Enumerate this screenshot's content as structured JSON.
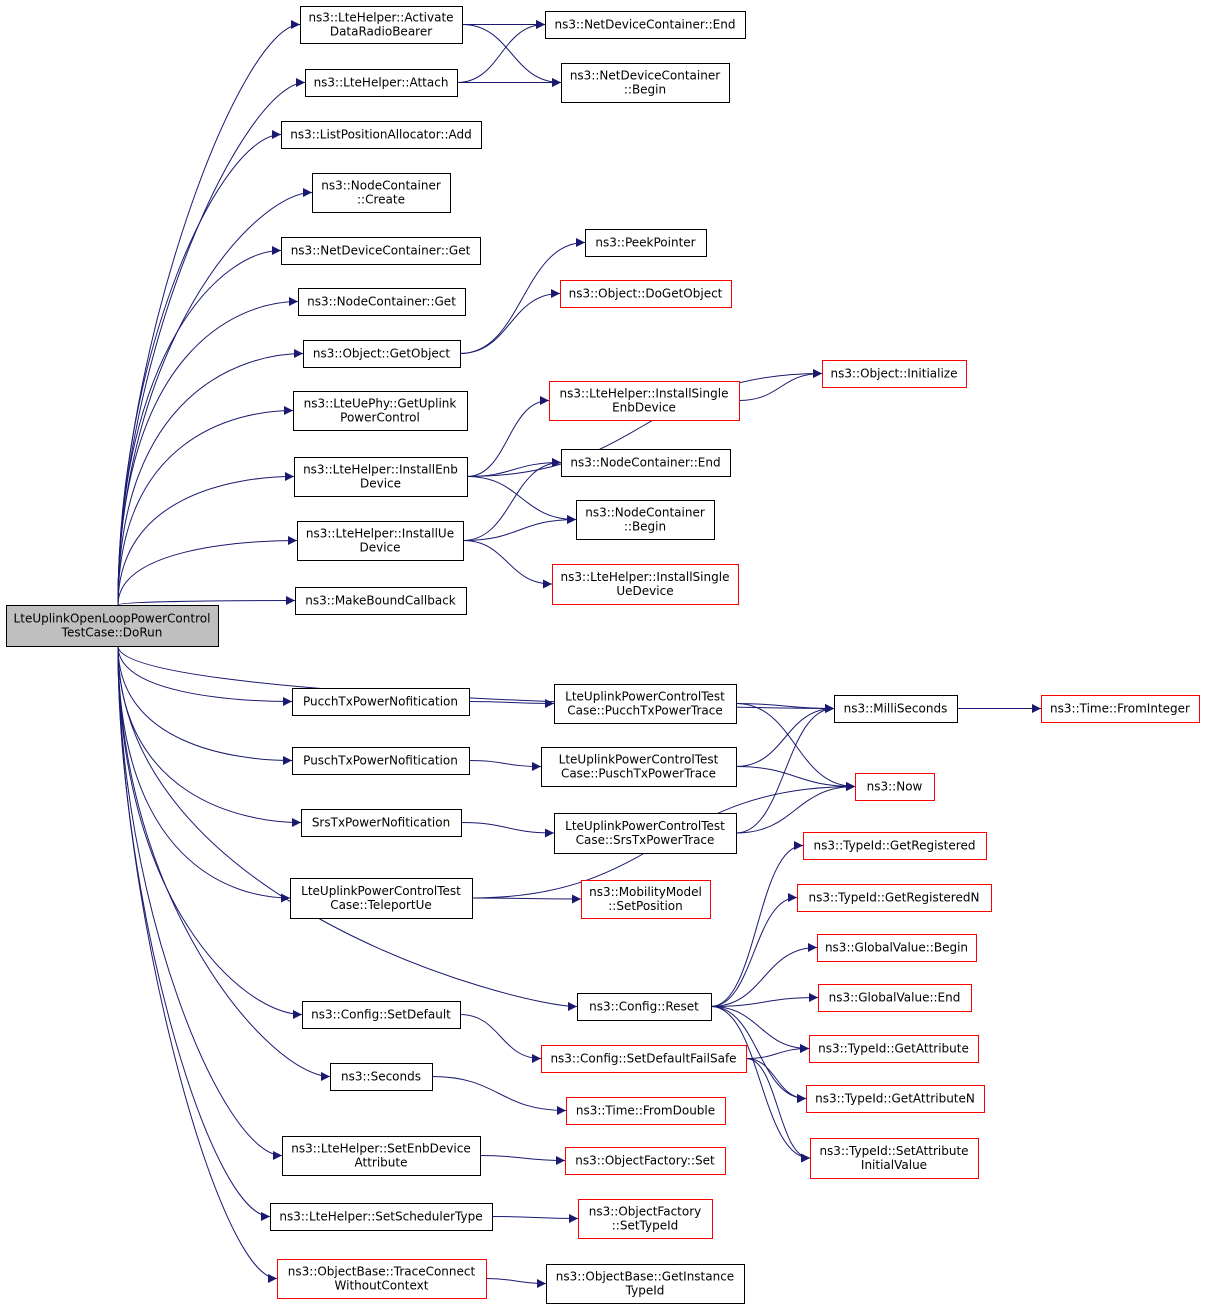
{
  "title": "",
  "colors": {
    "edge": "#191970",
    "link_border": "#000000",
    "truncated_border": "#ff0000",
    "root_fill": "#bfbfbf"
  },
  "nodes": [
    {
      "id": "root",
      "lines": [
        "LteUplinkOpenLoopPowerControl",
        "TestCase::DoRun"
      ],
      "style": "root"
    },
    {
      "id": "activate",
      "lines": [
        "ns3::LteHelper::Activate",
        "DataRadioBearer"
      ],
      "style": "black"
    },
    {
      "id": "attach",
      "lines": [
        "ns3::LteHelper::Attach"
      ],
      "style": "black"
    },
    {
      "id": "listpos",
      "lines": [
        "ns3::ListPositionAllocator::Add"
      ],
      "style": "black"
    },
    {
      "id": "nodecreate",
      "lines": [
        "ns3::NodeContainer",
        "::Create"
      ],
      "style": "black"
    },
    {
      "id": "ndcget",
      "lines": [
        "ns3::NetDeviceContainer::Get"
      ],
      "style": "black"
    },
    {
      "id": "ncget",
      "lines": [
        "ns3::NodeContainer::Get"
      ],
      "style": "black"
    },
    {
      "id": "getobject",
      "lines": [
        "ns3::Object::GetObject"
      ],
      "style": "black"
    },
    {
      "id": "getuplink",
      "lines": [
        "ns3::LteUePhy::GetUplink",
        "PowerControl"
      ],
      "style": "black"
    },
    {
      "id": "installenb",
      "lines": [
        "ns3::LteHelper::InstallEnb",
        "Device"
      ],
      "style": "black"
    },
    {
      "id": "installue",
      "lines": [
        "ns3::LteHelper::InstallUe",
        "Device"
      ],
      "style": "black"
    },
    {
      "id": "makebound",
      "lines": [
        "ns3::MakeBoundCallback"
      ],
      "style": "black"
    },
    {
      "id": "pucchnot",
      "lines": [
        "PucchTxPowerNofitication"
      ],
      "style": "black"
    },
    {
      "id": "puschnot",
      "lines": [
        "PuschTxPowerNofitication"
      ],
      "style": "black"
    },
    {
      "id": "srsnot",
      "lines": [
        "SrsTxPowerNofitication"
      ],
      "style": "black"
    },
    {
      "id": "teleport",
      "lines": [
        "LteUplinkPowerControlTest",
        "Case::TeleportUe"
      ],
      "style": "black"
    },
    {
      "id": "setdefault",
      "lines": [
        "ns3::Config::SetDefault"
      ],
      "style": "black"
    },
    {
      "id": "seconds",
      "lines": [
        "ns3::Seconds"
      ],
      "style": "black"
    },
    {
      "id": "setenbattr",
      "lines": [
        "ns3::LteHelper::SetEnbDevice",
        "Attribute"
      ],
      "style": "black"
    },
    {
      "id": "setsched",
      "lines": [
        "ns3::LteHelper::SetSchedulerType"
      ],
      "style": "black"
    },
    {
      "id": "traceconnect",
      "lines": [
        "ns3::ObjectBase::TraceConnect",
        "WithoutContext"
      ],
      "style": "red"
    },
    {
      "id": "ndcend",
      "lines": [
        "ns3::NetDeviceContainer::End"
      ],
      "style": "black"
    },
    {
      "id": "ndcbegin",
      "lines": [
        "ns3::NetDeviceContainer",
        "::Begin"
      ],
      "style": "black"
    },
    {
      "id": "peek",
      "lines": [
        "ns3::PeekPointer"
      ],
      "style": "black"
    },
    {
      "id": "dogetobject",
      "lines": [
        "ns3::Object::DoGetObject"
      ],
      "style": "red"
    },
    {
      "id": "initialize",
      "lines": [
        "ns3::Object::Initialize"
      ],
      "style": "red"
    },
    {
      "id": "installsingleenb",
      "lines": [
        "ns3::LteHelper::InstallSingle",
        "EnbDevice"
      ],
      "style": "red"
    },
    {
      "id": "ncend",
      "lines": [
        "ns3::NodeContainer::End"
      ],
      "style": "black"
    },
    {
      "id": "ncbegin",
      "lines": [
        "ns3::NodeContainer",
        "::Begin"
      ],
      "style": "black"
    },
    {
      "id": "installsingleue",
      "lines": [
        "ns3::LteHelper::InstallSingle",
        "UeDevice"
      ],
      "style": "red"
    },
    {
      "id": "pucchtrace",
      "lines": [
        "LteUplinkPowerControlTest",
        "Case::PucchTxPowerTrace"
      ],
      "style": "black"
    },
    {
      "id": "puschtrace",
      "lines": [
        "LteUplinkPowerControlTest",
        "Case::PuschTxPowerTrace"
      ],
      "style": "black"
    },
    {
      "id": "srstrace",
      "lines": [
        "LteUplinkPowerControlTest",
        "Case::SrsTxPowerTrace"
      ],
      "style": "black"
    },
    {
      "id": "milli",
      "lines": [
        "ns3::MilliSeconds"
      ],
      "style": "black"
    },
    {
      "id": "now",
      "lines": [
        "ns3::Now"
      ],
      "style": "red"
    },
    {
      "id": "frominteger",
      "lines": [
        "ns3::Time::FromInteger"
      ],
      "style": "red"
    },
    {
      "id": "setposition",
      "lines": [
        "ns3::MobilityModel",
        "::SetPosition"
      ],
      "style": "red"
    },
    {
      "id": "reset",
      "lines": [
        "ns3::Config::Reset"
      ],
      "style": "black"
    },
    {
      "id": "setdefaultfs",
      "lines": [
        "ns3::Config::SetDefaultFailSafe"
      ],
      "style": "red"
    },
    {
      "id": "fromdouble",
      "lines": [
        "ns3::Time::FromDouble"
      ],
      "style": "red"
    },
    {
      "id": "factoryset",
      "lines": [
        "ns3::ObjectFactory::Set"
      ],
      "style": "red"
    },
    {
      "id": "settypeid",
      "lines": [
        "ns3::ObjectFactory",
        "::SetTypeId"
      ],
      "style": "red"
    },
    {
      "id": "getinstance",
      "lines": [
        "ns3::ObjectBase::GetInstance",
        "TypeId"
      ],
      "style": "black"
    },
    {
      "id": "getregistered",
      "lines": [
        "ns3::TypeId::GetRegistered"
      ],
      "style": "red"
    },
    {
      "id": "getregisteredn",
      "lines": [
        "ns3::TypeId::GetRegisteredN"
      ],
      "style": "red"
    },
    {
      "id": "gvbegin",
      "lines": [
        "ns3::GlobalValue::Begin"
      ],
      "style": "red"
    },
    {
      "id": "gvend",
      "lines": [
        "ns3::GlobalValue::End"
      ],
      "style": "red"
    },
    {
      "id": "getattribute",
      "lines": [
        "ns3::TypeId::GetAttribute"
      ],
      "style": "red"
    },
    {
      "id": "getattributen",
      "lines": [
        "ns3::TypeId::GetAttributeN"
      ],
      "style": "red"
    },
    {
      "id": "setattrinit",
      "lines": [
        "ns3::TypeId::SetAttribute",
        "InitialValue"
      ],
      "style": "red"
    }
  ],
  "edges": [
    [
      "root",
      "activate"
    ],
    [
      "root",
      "attach"
    ],
    [
      "root",
      "listpos"
    ],
    [
      "root",
      "nodecreate"
    ],
    [
      "root",
      "ndcget"
    ],
    [
      "root",
      "ncget"
    ],
    [
      "root",
      "getobject"
    ],
    [
      "root",
      "getuplink"
    ],
    [
      "root",
      "installenb"
    ],
    [
      "root",
      "installue"
    ],
    [
      "root",
      "makebound"
    ],
    [
      "root",
      "milli"
    ],
    [
      "root",
      "pucchnot"
    ],
    [
      "root",
      "puschnot"
    ],
    [
      "root",
      "srsnot"
    ],
    [
      "root",
      "teleport"
    ],
    [
      "root",
      "reset"
    ],
    [
      "root",
      "setdefault"
    ],
    [
      "root",
      "seconds"
    ],
    [
      "root",
      "setenbattr"
    ],
    [
      "root",
      "setsched"
    ],
    [
      "root",
      "traceconnect"
    ],
    [
      "activate",
      "ndcend"
    ],
    [
      "activate",
      "ndcbegin"
    ],
    [
      "attach",
      "ndcend"
    ],
    [
      "attach",
      "ndcbegin"
    ],
    [
      "getobject",
      "peek"
    ],
    [
      "getobject",
      "dogetobject"
    ],
    [
      "installenb",
      "initialize"
    ],
    [
      "installenb",
      "installsingleenb"
    ],
    [
      "installenb",
      "ncend"
    ],
    [
      "installenb",
      "ncbegin"
    ],
    [
      "installsingleenb",
      "initialize"
    ],
    [
      "installue",
      "ncend"
    ],
    [
      "installue",
      "ncbegin"
    ],
    [
      "installue",
      "installsingleue"
    ],
    [
      "pucchnot",
      "pucchtrace"
    ],
    [
      "puschnot",
      "puschtrace"
    ],
    [
      "srsnot",
      "srstrace"
    ],
    [
      "pucchtrace",
      "milli"
    ],
    [
      "pucchtrace",
      "now"
    ],
    [
      "puschtrace",
      "milli"
    ],
    [
      "puschtrace",
      "now"
    ],
    [
      "srstrace",
      "milli"
    ],
    [
      "srstrace",
      "now"
    ],
    [
      "milli",
      "frominteger"
    ],
    [
      "teleport",
      "setposition"
    ],
    [
      "teleport",
      "now"
    ],
    [
      "reset",
      "getregistered"
    ],
    [
      "reset",
      "getregisteredn"
    ],
    [
      "reset",
      "gvbegin"
    ],
    [
      "reset",
      "gvend"
    ],
    [
      "reset",
      "getattribute"
    ],
    [
      "reset",
      "getattributen"
    ],
    [
      "reset",
      "setattrinit"
    ],
    [
      "setdefault",
      "setdefaultfs"
    ],
    [
      "setdefaultfs",
      "getattribute"
    ],
    [
      "setdefaultfs",
      "getattributen"
    ],
    [
      "setdefaultfs",
      "setattrinit"
    ],
    [
      "seconds",
      "fromdouble"
    ],
    [
      "setenbattr",
      "factoryset"
    ],
    [
      "setsched",
      "settypeid"
    ],
    [
      "traceconnect",
      "getinstance"
    ]
  ]
}
